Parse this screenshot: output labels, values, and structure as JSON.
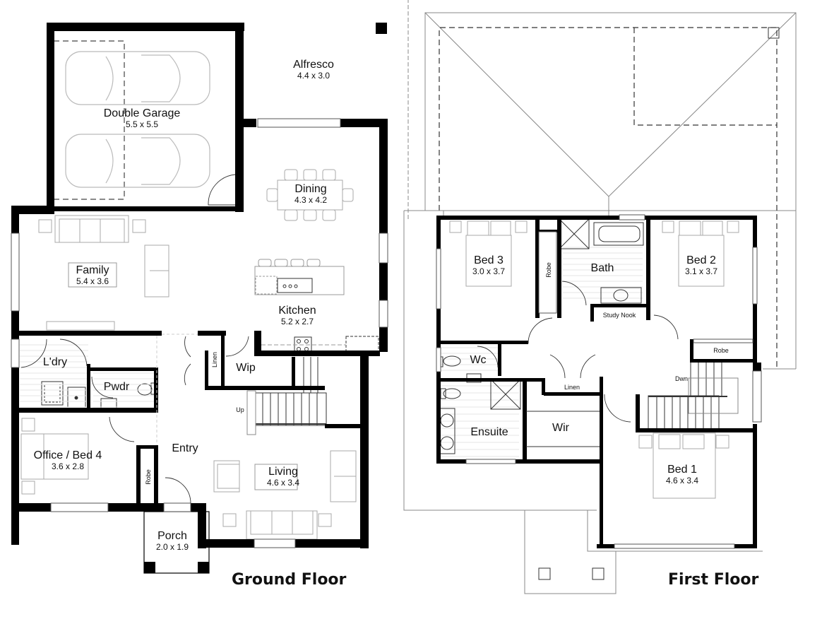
{
  "titles": {
    "ground": "Ground Floor",
    "first": "First Floor"
  },
  "ground_floor": {
    "rooms": [
      {
        "name": "Alfresco",
        "dims": "4.4 x 3.0"
      },
      {
        "name": "Double Garage",
        "dims": "5.5 x 5.5"
      },
      {
        "name": "Dining",
        "dims": "4.3 x 4.2"
      },
      {
        "name": "Family",
        "dims": "5.4 x 3.6"
      },
      {
        "name": "Kitchen",
        "dims": "5.2 x 2.7"
      },
      {
        "name": "L'dry",
        "dims": ""
      },
      {
        "name": "Pwdr",
        "dims": ""
      },
      {
        "name": "Wip",
        "dims": ""
      },
      {
        "name": "Office / Bed 4",
        "dims": "3.6 x 2.8"
      },
      {
        "name": "Entry",
        "dims": ""
      },
      {
        "name": "Living",
        "dims": "4.6 x 3.4"
      },
      {
        "name": "Porch",
        "dims": "2.0 x 1.9"
      }
    ],
    "small_labels": {
      "linen": "Linen",
      "up": "Up",
      "robe": "Robe"
    }
  },
  "first_floor": {
    "rooms": [
      {
        "name": "Bed 3",
        "dims": "3.0 x 3.7"
      },
      {
        "name": "Bath",
        "dims": ""
      },
      {
        "name": "Bed 2",
        "dims": "3.1 x 3.7"
      },
      {
        "name": "Wc",
        "dims": ""
      },
      {
        "name": "Ensuite",
        "dims": ""
      },
      {
        "name": "Wir",
        "dims": ""
      },
      {
        "name": "Bed 1",
        "dims": "4.6 x 3.4"
      }
    ],
    "small_labels": {
      "robe_bed3": "Robe",
      "study_nook": "Study Nook",
      "robe_bed2": "Robe",
      "linen": "Linen",
      "dwn": "Dwn"
    }
  }
}
